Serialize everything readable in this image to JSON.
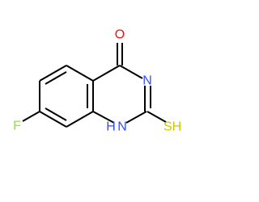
{
  "molecule": {
    "atoms": {
      "oxygen": "O",
      "ring_nitrogen": "N",
      "nh_label": "H",
      "nh_nitrogen": "N",
      "fluorine": "F",
      "sulfur_label": "SH"
    },
    "colors": {
      "bond": "#000000",
      "oxygen": "#ff0d0d",
      "nitrogen": "#3050f8",
      "fluorine": "#90e050",
      "sulfur": "#c8c800"
    }
  }
}
